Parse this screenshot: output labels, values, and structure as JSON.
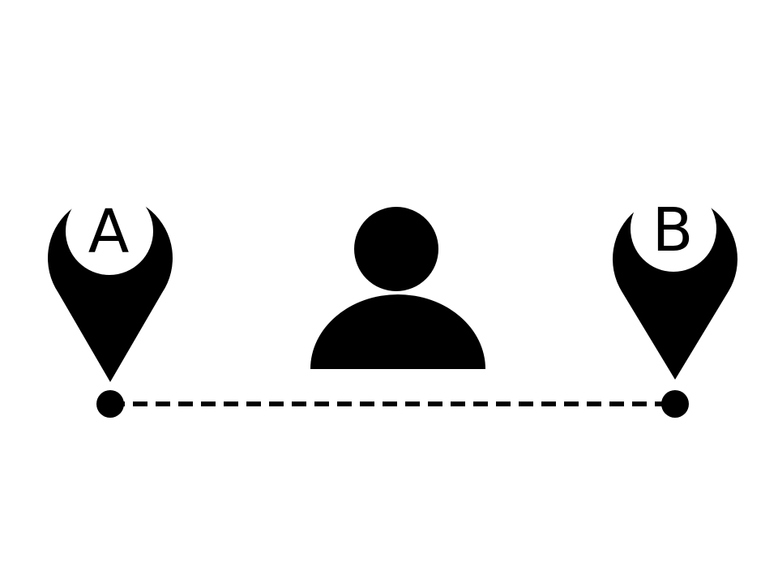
{
  "diagram": {
    "start_marker": {
      "label": "A",
      "icon": "map-pin-icon"
    },
    "end_marker": {
      "label": "B",
      "icon": "map-pin-icon"
    },
    "person": {
      "icon": "person-icon"
    },
    "route": {
      "style": "dashed-line"
    },
    "colors": {
      "foreground": "#000000",
      "background": "#ffffff"
    }
  }
}
